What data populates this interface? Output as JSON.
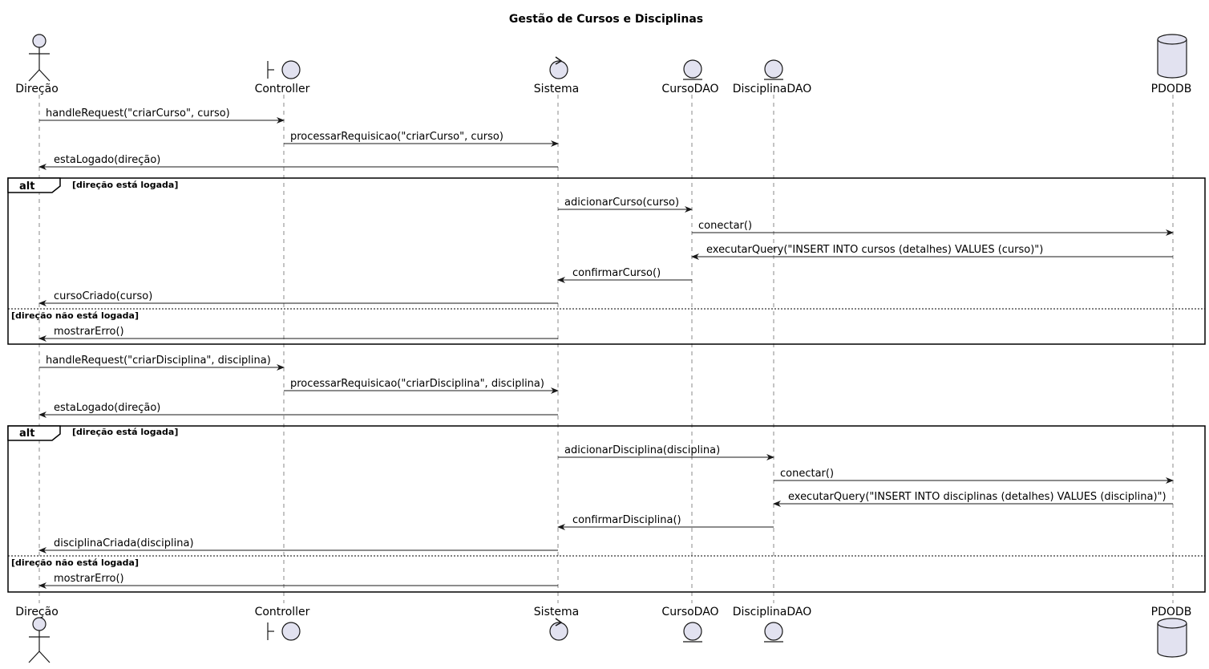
{
  "diagram": {
    "title": "Gestão de Cursos e Disciplinas",
    "participants": [
      {
        "id": "direcao",
        "label": "Direção",
        "kind": "actor"
      },
      {
        "id": "controller",
        "label": "Controller",
        "kind": "boundary"
      },
      {
        "id": "sistema",
        "label": "Sistema",
        "kind": "control"
      },
      {
        "id": "cursodao",
        "label": "CursoDAO",
        "kind": "entity"
      },
      {
        "id": "disciplinadao",
        "label": "DisciplinaDAO",
        "kind": "entity"
      },
      {
        "id": "pdodb",
        "label": "PDODB",
        "kind": "database"
      }
    ],
    "messages": [
      {
        "from": "direcao",
        "to": "controller",
        "text": "handleRequest(\"criarCurso\", curso)"
      },
      {
        "from": "controller",
        "to": "sistema",
        "text": "processarRequisicao(\"criarCurso\", curso)"
      },
      {
        "from": "sistema",
        "to": "direcao",
        "text": "estaLogado(direção)"
      },
      {
        "from": "sistema",
        "to": "cursodao",
        "text": "adicionarCurso(curso)"
      },
      {
        "from": "cursodao",
        "to": "pdodb",
        "text": "conectar()"
      },
      {
        "from": "pdodb",
        "to": "cursodao",
        "text": "executarQuery(\"INSERT INTO cursos (detalhes) VALUES (curso)\")"
      },
      {
        "from": "cursodao",
        "to": "sistema",
        "text": "confirmarCurso()"
      },
      {
        "from": "sistema",
        "to": "direcao",
        "text": "cursoCriado(curso)"
      },
      {
        "from": "sistema",
        "to": "direcao",
        "text": "mostrarErro()"
      },
      {
        "from": "direcao",
        "to": "controller",
        "text": "handleRequest(\"criarDisciplina\", disciplina)"
      },
      {
        "from": "controller",
        "to": "sistema",
        "text": "processarRequisicao(\"criarDisciplina\", disciplina)"
      },
      {
        "from": "sistema",
        "to": "direcao",
        "text": "estaLogado(direção)"
      },
      {
        "from": "sistema",
        "to": "disciplinadao",
        "text": "adicionarDisciplina(disciplina)"
      },
      {
        "from": "disciplinadao",
        "to": "pdodb",
        "text": "conectar()"
      },
      {
        "from": "pdodb",
        "to": "disciplinadao",
        "text": "executarQuery(\"INSERT INTO disciplinas (detalhes) VALUES (disciplina)\")"
      },
      {
        "from": "disciplinadao",
        "to": "sistema",
        "text": "confirmarDisciplina()"
      },
      {
        "from": "sistema",
        "to": "direcao",
        "text": "disciplinaCriada(disciplina)"
      },
      {
        "from": "sistema",
        "to": "direcao",
        "text": "mostrarErro()"
      }
    ],
    "fragments": [
      {
        "label": "alt",
        "guard": "[direção está logada]",
        "else_guard": "[direção não está logada]"
      },
      {
        "label": "alt",
        "guard": "[direção está logada]",
        "else_guard": "[direção não está logada]"
      }
    ]
  }
}
